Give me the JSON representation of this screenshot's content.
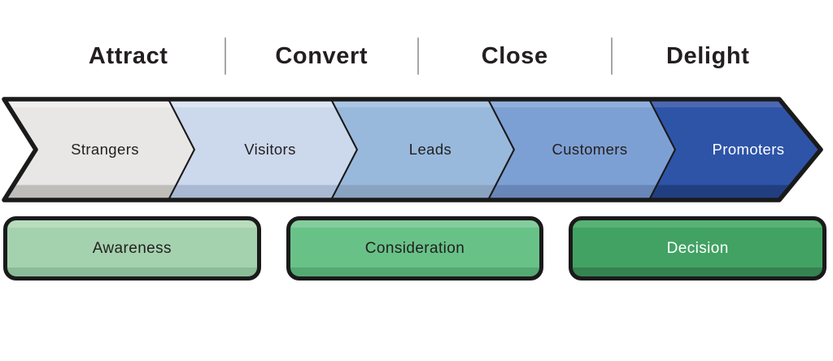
{
  "phases": {
    "text_color": "#231f20",
    "divider_color": "#a6a6a6",
    "items": [
      {
        "label": "Attract"
      },
      {
        "label": "Convert"
      },
      {
        "label": "Close"
      },
      {
        "label": "Delight"
      }
    ]
  },
  "funnel": {
    "outline_color": "#1a1a1a",
    "stages": [
      {
        "label": "Strangers",
        "top_color": "#f0efee",
        "body_color": "#e8e7e5",
        "bottom_color": "#bfbdba",
        "text_color": "#231f20"
      },
      {
        "label": "Visitors",
        "top_color": "#dde5f2",
        "body_color": "#ccd8ec",
        "bottom_color": "#a9b8d3",
        "text_color": "#231f20"
      },
      {
        "label": "Leads",
        "top_color": "#aac6e4",
        "body_color": "#98b9dc",
        "bottom_color": "#8aa3c1",
        "text_color": "#231f20"
      },
      {
        "label": "Customers",
        "top_color": "#8fafdb",
        "body_color": "#7da0d4",
        "bottom_color": "#6986b8",
        "text_color": "#231f20"
      },
      {
        "label": "Promoters",
        "top_color": "#4c68b1",
        "body_color": "#2e54a8",
        "bottom_color": "#213f80",
        "text_color": "#ffffff"
      }
    ]
  },
  "journey": {
    "outline_color": "#1a1a1a",
    "stages": [
      {
        "label": "Awareness",
        "top_color": "#b7dcbe",
        "body_color": "#a5d2ae",
        "bottom_color": "#8bbc98",
        "text_color": "#231f20"
      },
      {
        "label": "Consideration",
        "top_color": "#83cd9d",
        "body_color": "#68c287",
        "bottom_color": "#54a973",
        "text_color": "#231f20"
      },
      {
        "label": "Decision",
        "top_color": "#58b274",
        "body_color": "#42a263",
        "bottom_color": "#348351",
        "text_color": "#ffffff"
      }
    ]
  }
}
